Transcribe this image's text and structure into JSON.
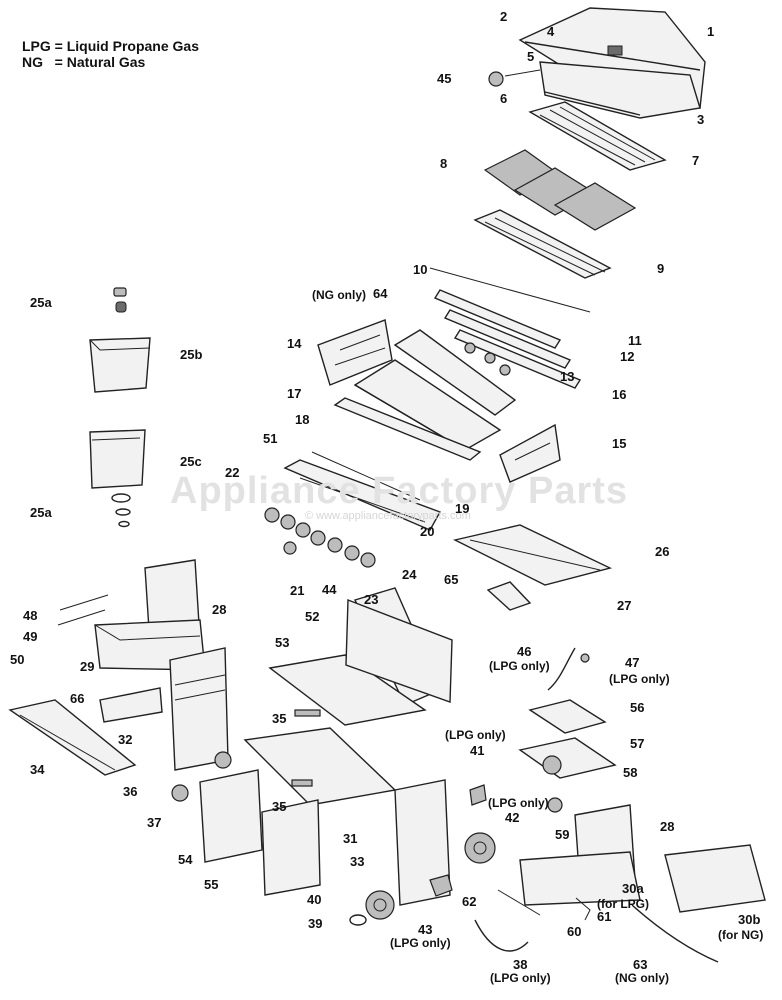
{
  "legend": {
    "lpg": "LPG = Liquid Propane Gas",
    "ng": "NG   = Natural Gas"
  },
  "watermark": {
    "main": "Appliance Factory Parts",
    "url": "© www.appliancefactoryparts.com"
  },
  "labels": {
    "p1": "1",
    "p2": "2",
    "p3": "3",
    "p4": "4",
    "p5": "5",
    "p6": "6",
    "p7": "7",
    "p8": "8",
    "p9": "9",
    "p10": "10",
    "p11": "11",
    "p12": "12",
    "p13": "13",
    "p14": "14",
    "p15": "15",
    "p16": "16",
    "p17": "17",
    "p18": "18",
    "p19": "19",
    "p20": "20",
    "p21": "21",
    "p22": "22",
    "p23": "23",
    "p24": "24",
    "p25a_top": "25a",
    "p25b": "25b",
    "p25c": "25c",
    "p25a_bottom": "25a",
    "p26": "26",
    "p27": "27",
    "p28_left": "28",
    "p28_right": "28",
    "p29": "29",
    "p30a": "30a",
    "p30b": "30b",
    "p31": "31",
    "p32": "32",
    "p33": "33",
    "p34": "34",
    "p35_top": "35",
    "p35_bottom": "35",
    "p36": "36",
    "p37": "37",
    "p38": "38",
    "p39": "39",
    "p40": "40",
    "p41": "41",
    "p42": "42",
    "p43": "43",
    "p44": "44",
    "p45": "45",
    "p46": "46",
    "p47": "47",
    "p48": "48",
    "p49": "49",
    "p50": "50",
    "p51": "51",
    "p52": "52",
    "p53": "53",
    "p54": "54",
    "p55": "55",
    "p56": "56",
    "p57": "57",
    "p58": "58",
    "p59": "59",
    "p60": "60",
    "p61": "61",
    "p62": "62",
    "p63": "63",
    "p64": "64",
    "p65": "65",
    "p66": "66"
  },
  "notes": {
    "n64": "(NG only)",
    "n46": "(LPG only)",
    "n47": "(LPG only)",
    "n41": "(LPG only)",
    "n42": "(LPG only)",
    "n43": "(LPG only)",
    "n38": "(LPG only)",
    "n63": "(NG only)",
    "n30a": "(for LPG)",
    "n30b": "(for NG)"
  }
}
